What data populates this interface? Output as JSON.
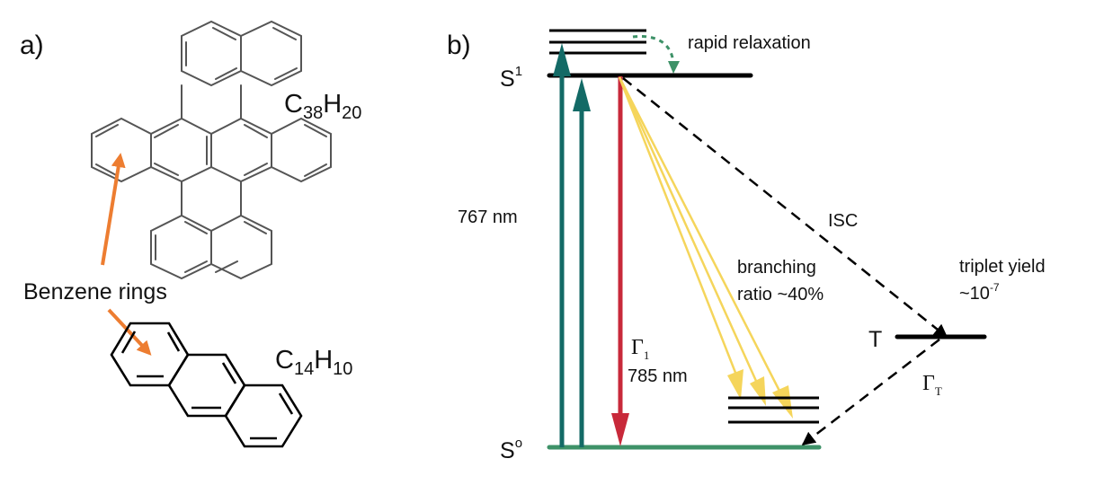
{
  "panel_a": {
    "label": "a)",
    "molecule_large": {
      "formula": {
        "base1": "C",
        "sub1": "38",
        "base2": "H",
        "sub2": "20"
      }
    },
    "molecule_small": {
      "formula": {
        "base1": "C",
        "sub1": "14",
        "base2": "H",
        "sub2": "10"
      }
    },
    "annotation": "Benzene rings",
    "colors": {
      "arrow": "#ED7D31",
      "bond_large": "#555555",
      "bond_small": "#000000"
    }
  },
  "panel_b": {
    "label": "b)",
    "levels": {
      "s1": {
        "name": "S",
        "sup": "1"
      },
      "s0": {
        "name": "S",
        "sup": "o"
      },
      "t": {
        "name": "T"
      }
    },
    "labels": {
      "rapid_relaxation": "rapid relaxation",
      "excitation_wavelength": "767 nm",
      "emission_rate": {
        "symbol": "Γ",
        "sub": "1"
      },
      "emission_wavelength": "785 nm",
      "isc": "ISC",
      "branching_line1": "branching",
      "branching_line2": "ratio ~40%",
      "triplet_line1": "triplet yield",
      "triplet_base": "~10",
      "triplet_exp": "-7",
      "triplet_rate": {
        "symbol": "Γ",
        "sub": "T"
      }
    },
    "colors": {
      "excitation": "#136A66",
      "emission": "#C8293A",
      "vibronic": "#F5D55B",
      "ground": "#3E9268",
      "relax": "#3E9268",
      "level": "#000000"
    }
  }
}
